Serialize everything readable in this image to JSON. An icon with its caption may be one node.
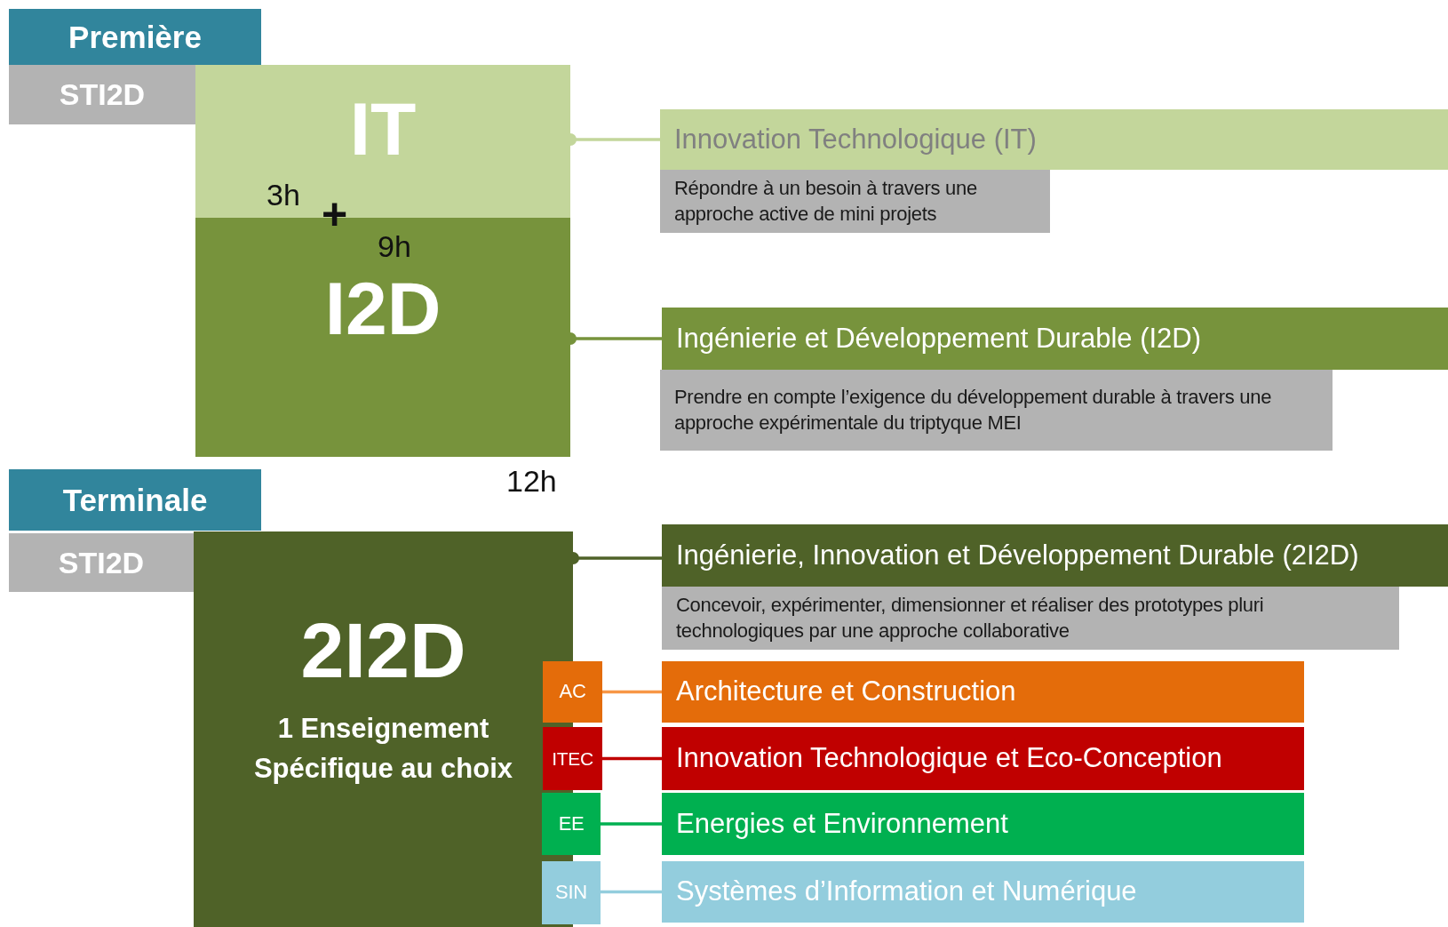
{
  "diagram": {
    "nodes": [
      {
        "text": [
          "Première"
        ]
      },
      {
        "text": [
          "STI2D"
        ]
      },
      {
        "text": [
          "IT"
        ]
      },
      {
        "text": [
          "I2D"
        ]
      },
      {
        "text": [
          "Innovation Technologique (IT)"
        ]
      },
      {
        "text": [
          "Répondre à un besoin à travers une approche active de mini projets"
        ]
      },
      {
        "text": [
          "Ingénierie et Développement Durable  (I2D)"
        ]
      },
      {
        "text": [
          "Prendre en compte l’exigence du développement durable à travers une approche expérimentale du triptyque MEI"
        ]
      },
      {
        "text": [
          "Terminale"
        ]
      },
      {
        "text": [
          "STI2D"
        ]
      },
      {
        "text": [
          "2I2D",
          "1 Enseignement Spécifique au choix"
        ]
      },
      {
        "text": [
          "Ingénierie, Innovation et Développement Durable (2I2D)"
        ]
      },
      {
        "text": [
          "Concevoir, expérimenter, dimensionner et réaliser des prototypes pluri technologiques  par une approche collaborative"
        ]
      },
      {
        "text": [
          "AC"
        ]
      },
      {
        "text": [
          "Architecture et Construction"
        ]
      },
      {
        "text": [
          "ITEC"
        ]
      },
      {
        "text": [
          "Innovation Technologique et Eco-Conception"
        ]
      },
      {
        "text": [
          "EE"
        ]
      },
      {
        "text": [
          "Energies et Environnement"
        ]
      },
      {
        "text": [
          "SIN"
        ]
      },
      {
        "text": [
          "Systèmes d’Information et Numérique"
        ]
      }
    ],
    "edges": [
      {
        "from": 2,
        "to": 4,
        "arrow": "other",
        "color": "#c3d69b"
      },
      {
        "from": 3,
        "to": 6,
        "arrow": "other",
        "color": "#77933c"
      },
      {
        "from": 10,
        "to": 11,
        "arrow": "other",
        "color": "#4f6228"
      },
      {
        "from": 13,
        "to": 14,
        "arrow": "none",
        "color": "#f79646"
      },
      {
        "from": 15,
        "to": 16,
        "arrow": "none",
        "color": "#c00000"
      },
      {
        "from": 17,
        "to": 18,
        "arrow": "none",
        "color": "#00b050"
      },
      {
        "from": 19,
        "to": 20,
        "arrow": "none",
        "color": "#93cddd"
      }
    ],
    "labels": [
      "3h",
      "+",
      "9h",
      "12h"
    ]
  }
}
